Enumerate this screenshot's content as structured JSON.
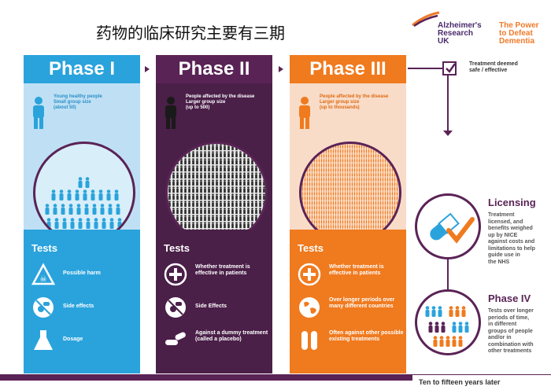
{
  "header": {
    "title": "药物的临床研究主要有三期"
  },
  "logo": {
    "brand_lines": [
      "Alzheimer's",
      "Research",
      "UK"
    ],
    "tagline_lines": [
      "The Power",
      "to Defeat",
      "Dementia"
    ]
  },
  "phases": [
    {
      "title": "Phase I",
      "description_lines": [
        "Young healthy people",
        "Small group size",
        "(about 50)"
      ],
      "tests_title": "Tests",
      "tests": [
        {
          "icon": "warning-triangle-icon",
          "label": "Possible harm"
        },
        {
          "icon": "pills-no-icon",
          "label": "Side effects"
        },
        {
          "icon": "flask-icon",
          "label": "Dosage"
        }
      ]
    },
    {
      "title": "Phase II",
      "description_lines": [
        "People affected by the disease",
        "Larger group size",
        "(up to 500)"
      ],
      "tests_title": "Tests",
      "tests": [
        {
          "icon": "plus-circle-icon",
          "label": "Whether treatment is effective in patients"
        },
        {
          "icon": "pills-no-icon",
          "label": "Side Effects"
        },
        {
          "icon": "capsules-icon",
          "label": "Against a dummy treatment (called a placebo)"
        }
      ]
    },
    {
      "title": "Phase III",
      "description_lines": [
        "People affected by the disease",
        "Larger group size",
        "(up to thousands)"
      ],
      "tests_title": "Tests",
      "tests": [
        {
          "icon": "plus-circle-icon",
          "label": "Whether treatment is effective in patients"
        },
        {
          "icon": "globe-icon",
          "label": "Over longer periods over many different countries"
        },
        {
          "icon": "capsule-pair-icon",
          "label": "Often against other possible existing treatments"
        }
      ]
    }
  ],
  "right_column": {
    "check_note_lines": [
      "Treatment deemed",
      "safe / effective"
    ],
    "licensing": {
      "title": "Licensing",
      "text_lines": [
        "Treatment",
        "licensed, and",
        "benefits weighed",
        "up by NICE",
        "against costs and",
        "limitations to help",
        "guide use in",
        "the NHS"
      ]
    },
    "phase_iv": {
      "title": "Phase IV",
      "text_lines": [
        "Tests over longer",
        "periods of time,",
        "in different",
        "groups of people",
        "and/or in",
        "combination with",
        "other treatments"
      ]
    }
  },
  "timeline": {
    "label": "Ten to fifteen years later"
  },
  "colors": {
    "phase1": "#2aa3dc",
    "phase2": "#5a2356",
    "phase3": "#f07a1e",
    "accent": "#5a2356"
  }
}
